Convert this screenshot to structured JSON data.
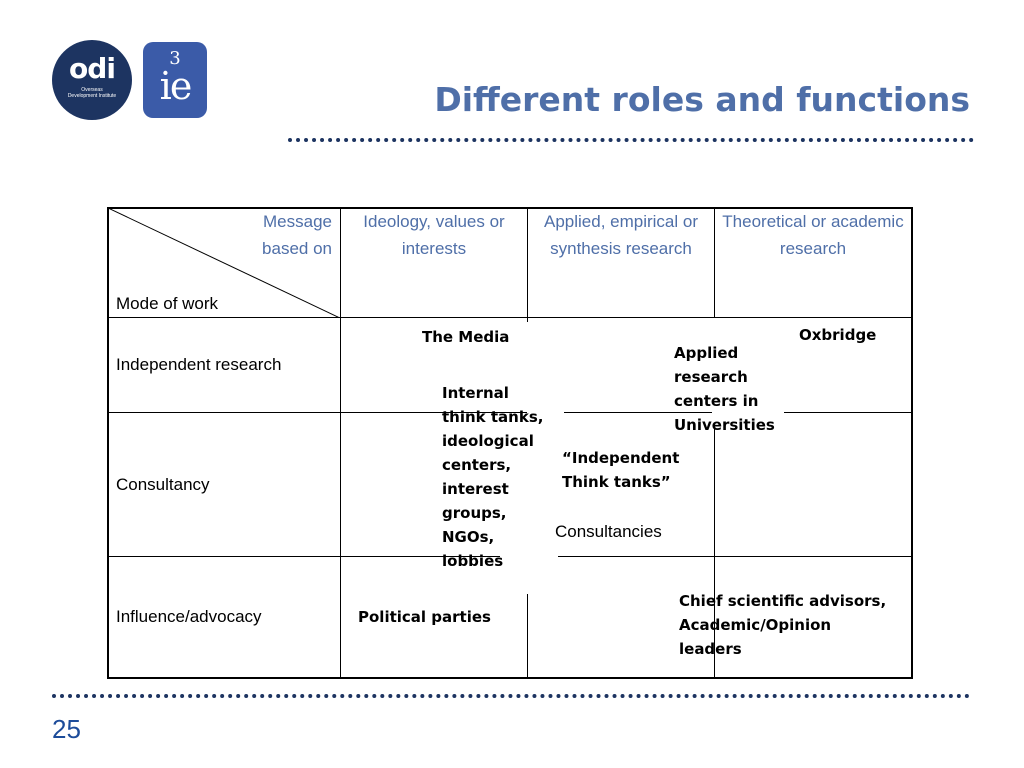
{
  "logos": {
    "odi_mark": "odi",
    "odi_sub": "Overseas Development Institute",
    "ie_superscript": "3",
    "ie_mark": "ie"
  },
  "title": "Different roles and functions",
  "table": {
    "corner_top_line1": "Message",
    "corner_top_line2": "based on",
    "corner_bottom": "Mode of work",
    "headers": [
      "Ideology, values or interests",
      "Applied, empirical or synthesis research",
      "Theoretical or academic research"
    ],
    "rows": [
      "Independent research",
      "Consultancy",
      "Influence/advocacy"
    ]
  },
  "notes": {
    "media": "The Media",
    "oxbridge": "Oxbridge",
    "applied_line1": "Applied",
    "applied_line2": "research",
    "applied_line3": "centers in",
    "applied_line4": "Universities",
    "internal_line1": "Internal",
    "internal_line2": "think tanks,",
    "internal_line3": "ideological",
    "internal_line4": "centers,",
    "internal_line5": "interest",
    "internal_line6": "groups,",
    "internal_line7": "NGOs,",
    "internal_line8": "lobbies",
    "independent_line1": "“Independent",
    "independent_line2": "Think tanks”",
    "consultancies": "Consultancies",
    "political": "Political parties",
    "chief_line1": "Chief scientific advisors,",
    "chief_line2": "Academic/Opinion",
    "chief_line3": "leaders"
  },
  "page_number": "25"
}
